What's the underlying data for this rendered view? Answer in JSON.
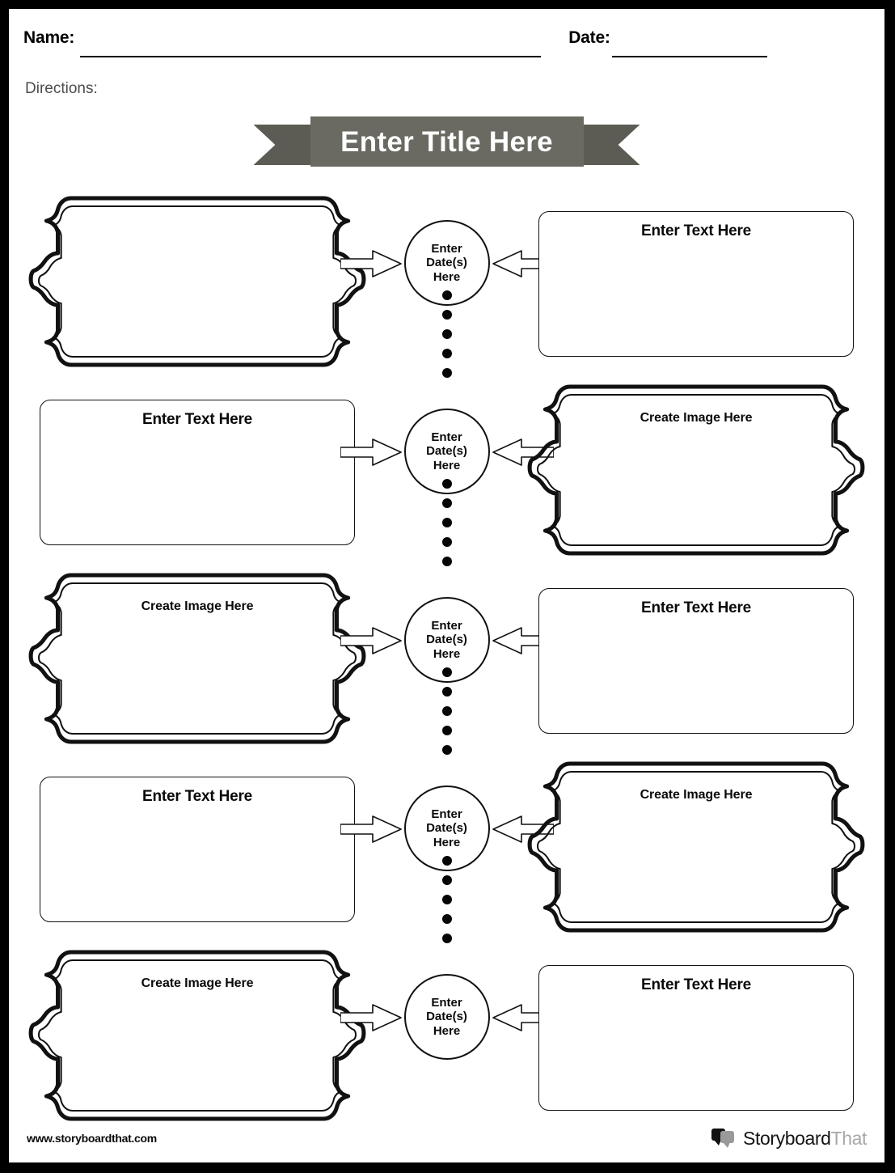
{
  "header": {
    "name_label": "Name:",
    "date_label": "Date:",
    "directions_label": "Directions:"
  },
  "title": {
    "text": "Enter Title Here",
    "band_color": "#6a6a62",
    "tail_color": "#5c5c54",
    "fold_color": "#43433c",
    "text_color": "#ffffff"
  },
  "circle_label": "Enter\nDate(s)\nHere",
  "labels": {
    "text_placeholder": "Enter Text Here",
    "image_placeholder": "Create Image Here"
  },
  "rows": [
    {
      "left": {
        "style": "ornate",
        "label": ""
      },
      "right": {
        "style": "plain",
        "label": "Enter Text Here"
      },
      "date_label": "Enter\nDate(s)\nHere"
    },
    {
      "left": {
        "style": "plain",
        "label": "Enter Text Here"
      },
      "right": {
        "style": "ornate",
        "label": "Create Image Here"
      },
      "date_label": "Enter\nDate(s)\nHere"
    },
    {
      "left": {
        "style": "ornate",
        "label": "Create Image Here"
      },
      "right": {
        "style": "plain",
        "label": "Enter Text Here"
      },
      "date_label": "Enter\nDate(s)\nHere"
    },
    {
      "left": {
        "style": "plain",
        "label": "Enter Text Here"
      },
      "right": {
        "style": "ornate",
        "label": "Create Image Here"
      },
      "date_label": "Enter\nDate(s)\nHere"
    },
    {
      "left": {
        "style": "ornate",
        "label": "Create Image Here"
      },
      "right": {
        "style": "plain",
        "label": "Enter Text Here"
      },
      "date_label": "Enter\nDate(s)\nHere"
    }
  ],
  "connector_dots_per_gap": 5,
  "footer": {
    "url": "www.storyboardthat.com",
    "brand_dark": "Storyboard",
    "brand_light": "That"
  }
}
